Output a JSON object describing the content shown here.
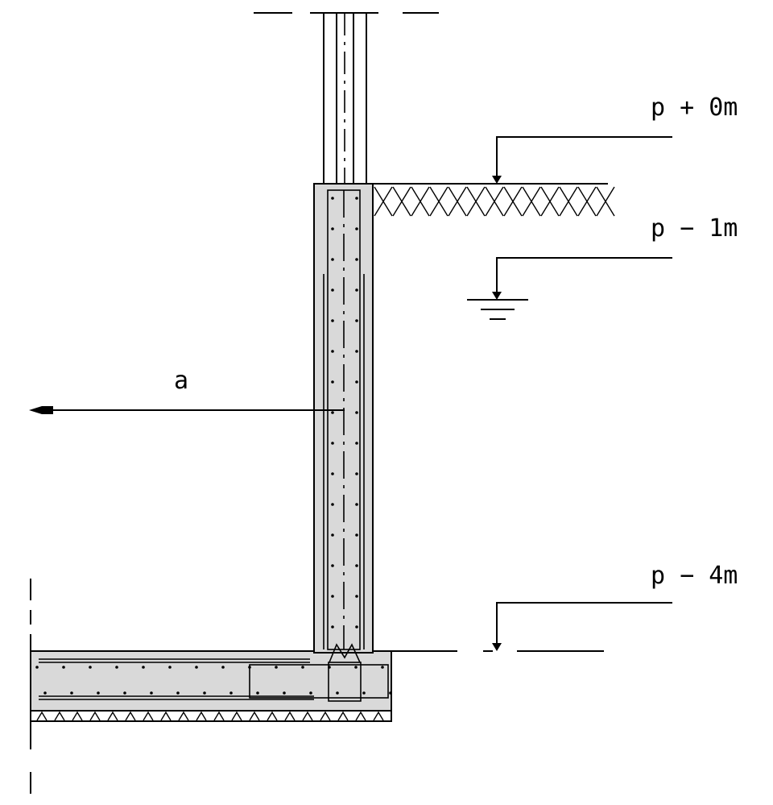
{
  "levels": {
    "top": "p + 0m",
    "groundwater": "p − 1m",
    "bottom": "p − 4m"
  },
  "wall_label": "a",
  "colors": {
    "ink": "#000000",
    "concrete_fill": "#d9d9d9",
    "background": "#ffffff"
  },
  "symbols": {
    "elevation_marker": "downward-arrow-icon",
    "water_level_marker": "water-table-icon",
    "soil_hatch": "cross-hatch",
    "gravel_bed": "triangle-hatch",
    "direction_arrow": "left-arrow-icon"
  }
}
